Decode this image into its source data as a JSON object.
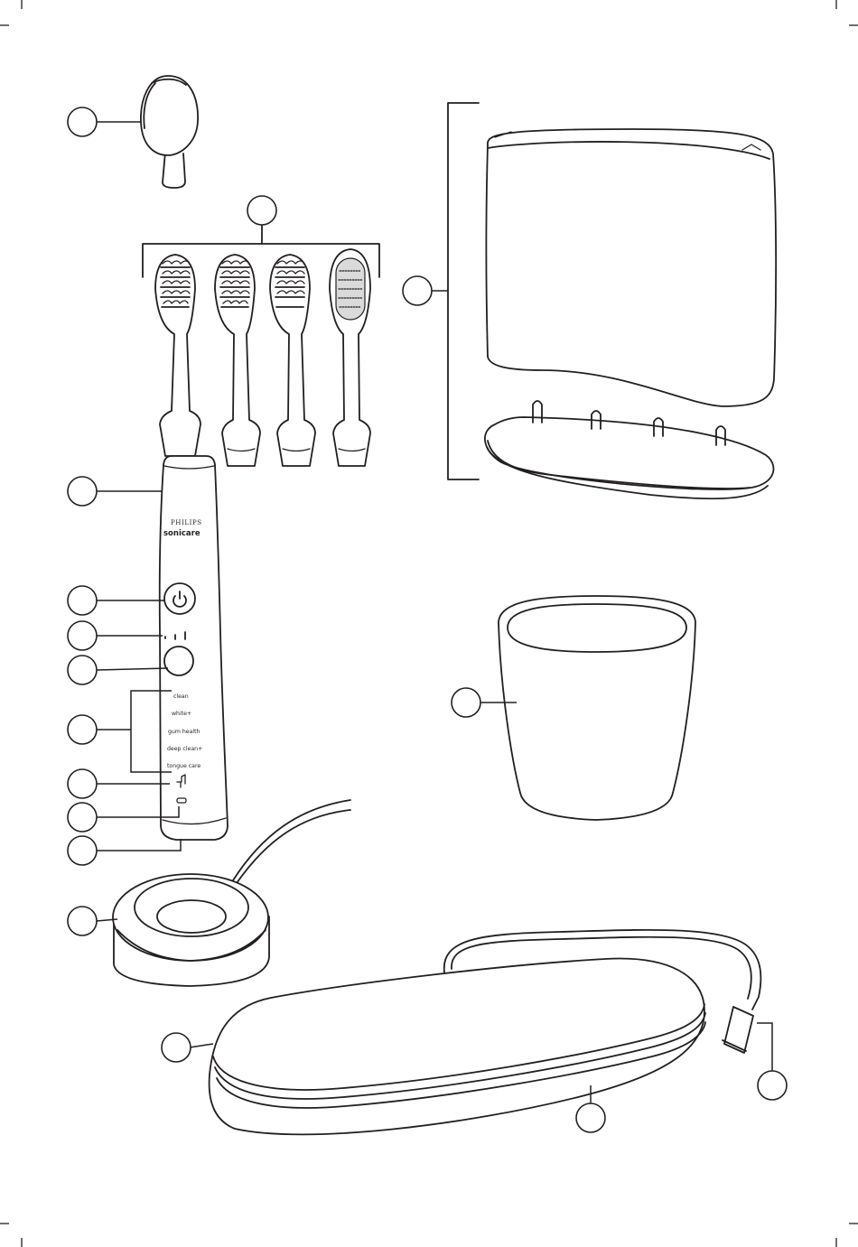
{
  "diagram": {
    "brand_line_1": "PHILIPS",
    "brand_line_2": "sonicare",
    "mode_labels": [
      "clean",
      "white+",
      "gum health",
      "deep clean+",
      "tongue care"
    ],
    "callout_count": 18,
    "line_color": "#231f20",
    "background": "#ffffff"
  }
}
